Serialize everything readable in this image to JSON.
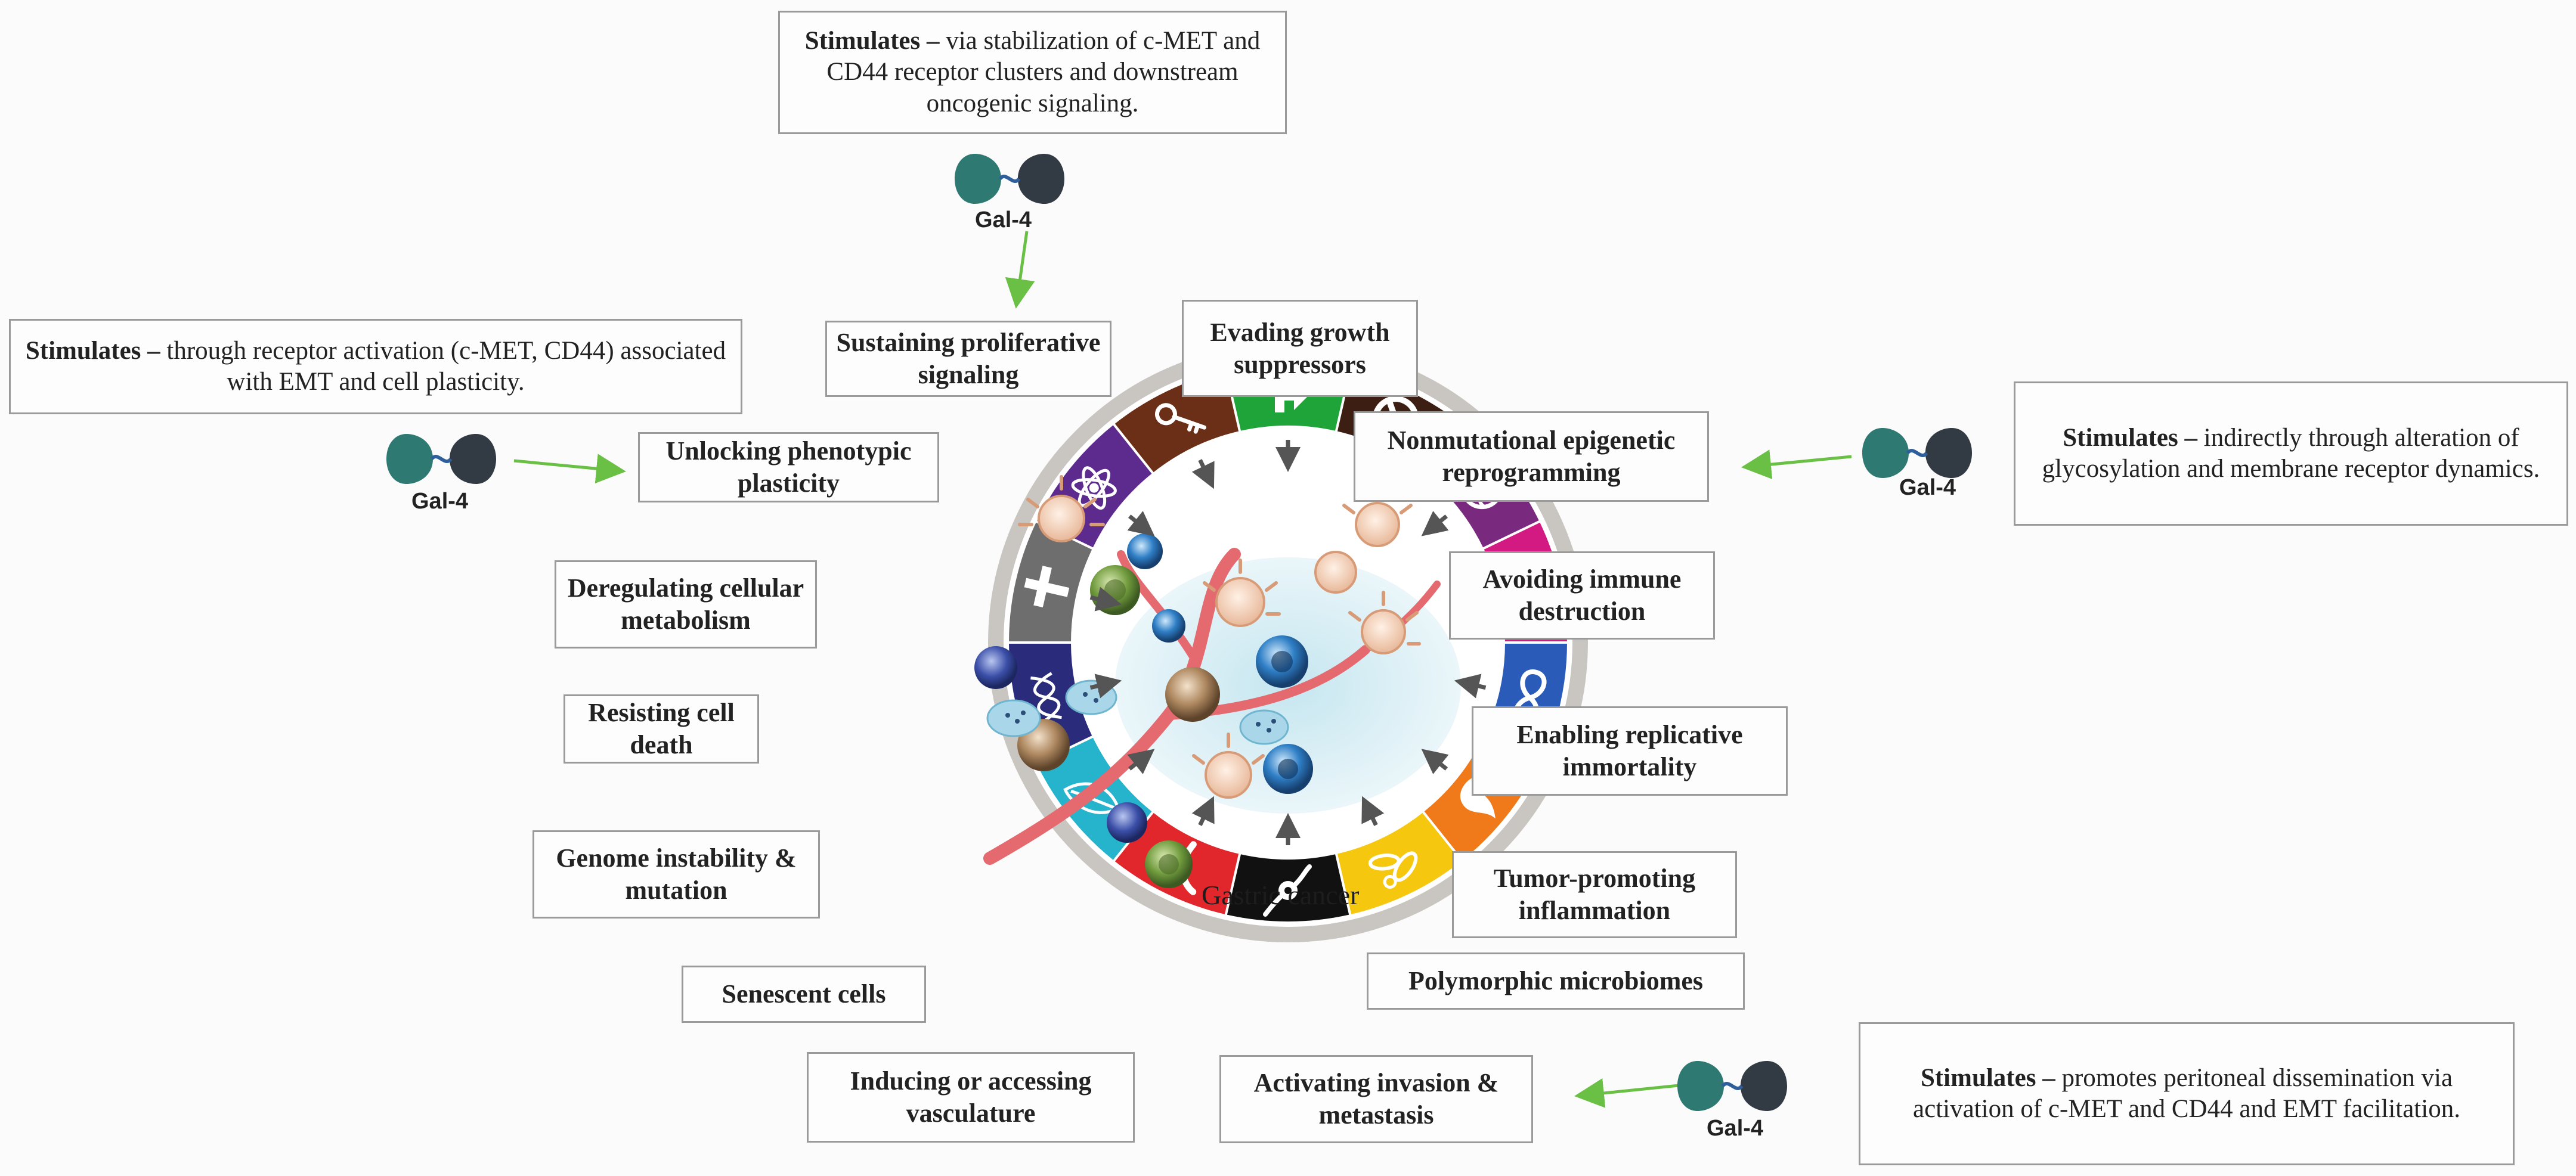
{
  "center_label": "Gastric cancer",
  "hallmarks": [
    {
      "id": "sustaining",
      "label": "Sustaining proliferative signaling",
      "color": "#1fa43a",
      "icon": "arrow-icon"
    },
    {
      "id": "evading",
      "label": "Evading growth suppressors",
      "color": "#3c1f12",
      "icon": "prohibition-icon"
    },
    {
      "id": "epigenetic",
      "label": "Nonmutational epigenetic reprogramming",
      "color": "#7a2a7e",
      "icon": "chromatin-icon"
    },
    {
      "id": "immune",
      "label": "Avoiding immune destruction",
      "color": "#d31a82",
      "icon": "pacman-cell-icon"
    },
    {
      "id": "immortality",
      "label": "Enabling replicative immortality",
      "color": "#2a5bb8",
      "icon": "infinity-icon"
    },
    {
      "id": "inflammation",
      "label": "Tumor-promoting inflammation",
      "color": "#f07a1a",
      "icon": "flame-icon"
    },
    {
      "id": "microbiomes",
      "label": "Polymorphic microbiomes",
      "color": "#f5c80f",
      "icon": "bacteria-icon"
    },
    {
      "id": "invasion",
      "label": "Activating invasion & metastasis",
      "color": "#111111",
      "icon": "invasive-cell-icon"
    },
    {
      "id": "vasculature",
      "label": "Inducing or accessing vasculature",
      "color": "#e1272b",
      "icon": "vessel-icon"
    },
    {
      "id": "senescent",
      "label": "Senescent cells",
      "color": "#26b3cc",
      "icon": "leaf-icon"
    },
    {
      "id": "genome",
      "label": "Genome instability & mutation",
      "color": "#2a2b7a",
      "icon": "dna-icon"
    },
    {
      "id": "celldeath",
      "label": "Resisting cell death",
      "color": "#6e6e6e",
      "icon": "cross-icon"
    },
    {
      "id": "metabolism",
      "label": "Deregulating cellular metabolism",
      "color": "#5d2a8e",
      "icon": "atom-icon"
    },
    {
      "id": "plasticity",
      "label": "Unlocking phenotypic plasticity",
      "color": "#6b2e16",
      "icon": "key-icon"
    }
  ],
  "gal_label": "Gal-4",
  "stimulates_label": "Stimulates –",
  "stimulations": [
    {
      "target": "sustaining",
      "text": "via stabilization of c-MET and CD44 receptor clusters and downstream oncogenic signaling."
    },
    {
      "target": "plasticity",
      "text": "through receptor activation (c-MET, CD44) associated with EMT and cell plasticity."
    },
    {
      "target": "epigenetic",
      "text": "indirectly through alteration of glycosylation and membrane receptor dynamics."
    },
    {
      "target": "invasion",
      "text": "promotes peritoneal dissemination via activation of c-MET and CD44 and EMT facilitation."
    }
  ],
  "colors": {
    "arrow_green": "#6abf45",
    "gal_teal": "#2e7a72",
    "gal_dark": "#323a44",
    "linker": "#2f5f9a",
    "ring_outer": "#c9c6c2"
  }
}
